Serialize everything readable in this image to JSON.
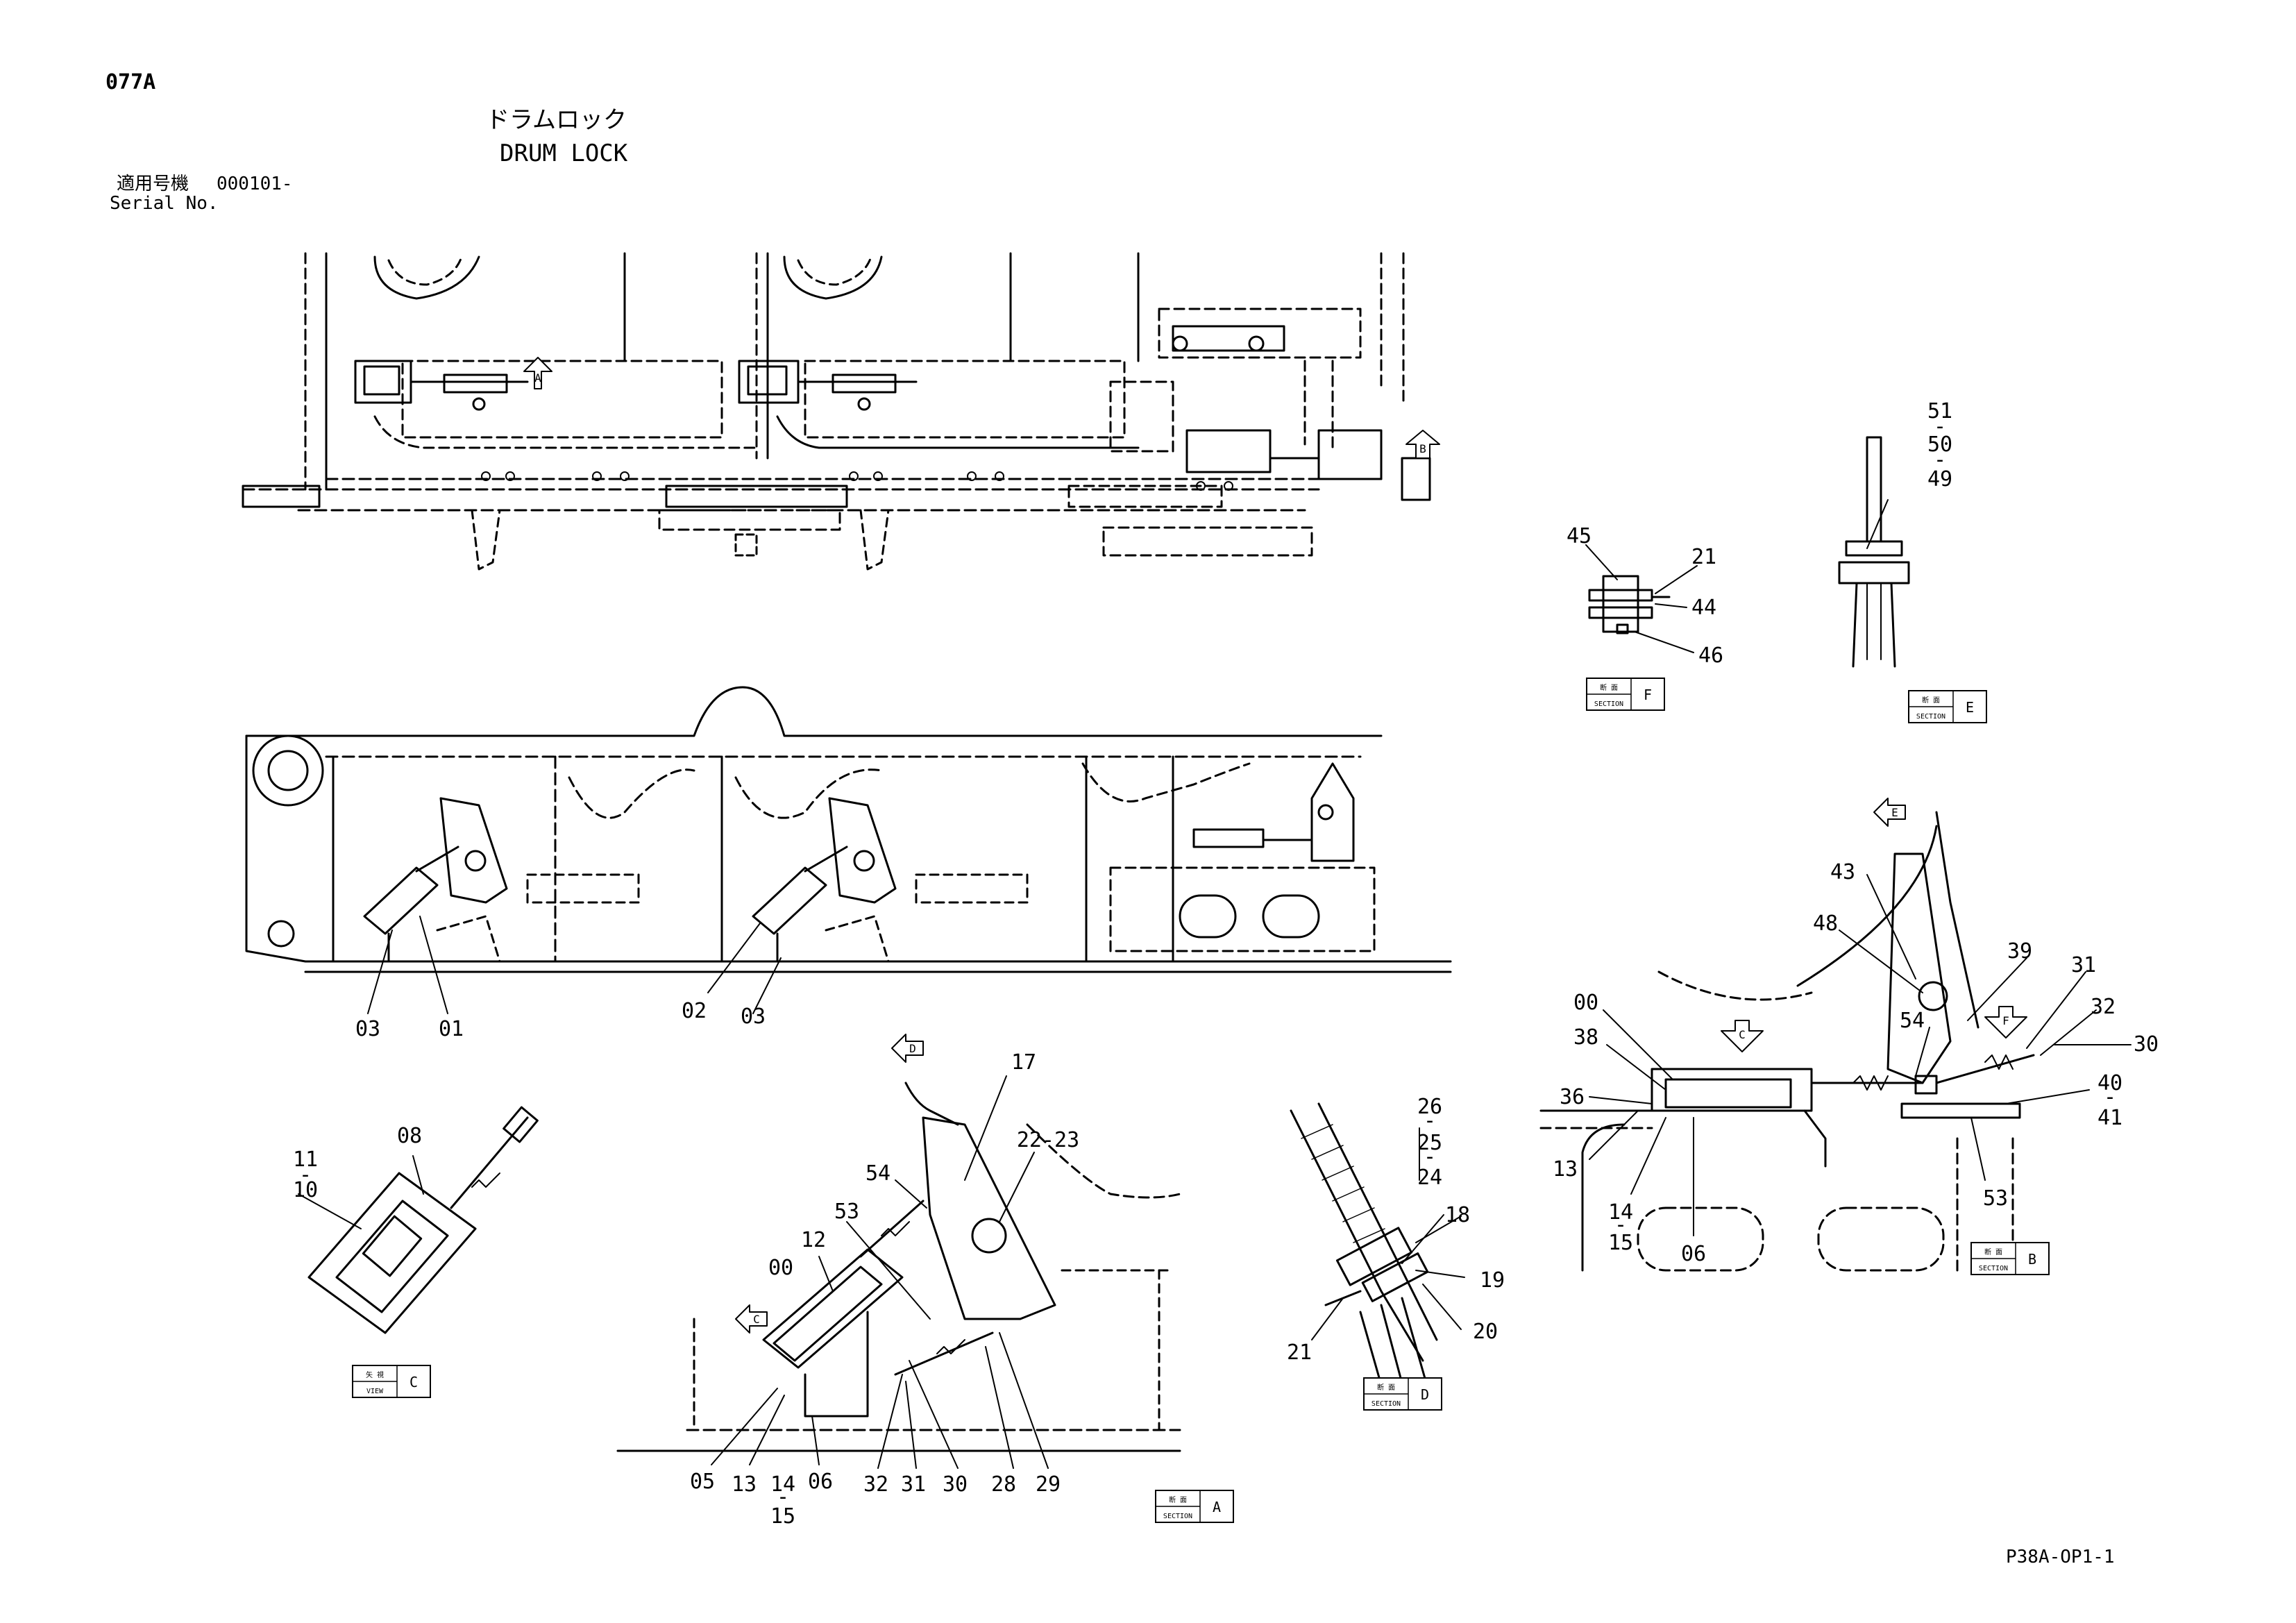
{
  "page_code": "077A",
  "title_jp": "ドラムロック",
  "title_en": "DRUM LOCK",
  "serial": {
    "label_jp": "適用号機",
    "number": "000101-",
    "label_en": "Serial No."
  },
  "document_code": "P38A-OP1-1",
  "view_markers": {
    "A": "A",
    "B": "B",
    "C": "C",
    "D": "D",
    "E": "E",
    "F": "F"
  },
  "section_tags": {
    "A": {
      "jp": "断 面",
      "en": "SECTION",
      "letter": "A"
    },
    "B": {
      "jp": "断 面",
      "en": "SECTION",
      "letter": "B"
    },
    "C": {
      "jp": "矢 視",
      "en": "VIEW",
      "letter": "C"
    },
    "D": {
      "jp": "断 面",
      "en": "SECTION",
      "letter": "D"
    },
    "E": {
      "jp": "断 面",
      "en": "SECTION",
      "letter": "E"
    },
    "F": {
      "jp": "断 面",
      "en": "SECTION",
      "letter": "F"
    }
  },
  "callouts": {
    "side_view": [
      "03",
      "01",
      "02",
      "03"
    ],
    "view_c": [
      "11",
      "-",
      "10",
      "08"
    ],
    "section_a": [
      "17",
      "22-23",
      "54",
      "53",
      "12",
      "00",
      "05",
      "13",
      "14",
      "-",
      "15",
      "06",
      "32",
      "31",
      "30",
      "28",
      "29"
    ],
    "section_d": [
      "26",
      "-",
      "25",
      "-",
      "24",
      "18",
      "19",
      "20",
      "21"
    ],
    "section_f": [
      "45",
      "21",
      "44",
      "46"
    ],
    "section_e": [
      "51",
      "-",
      "50",
      "-",
      "49"
    ],
    "section_b": [
      "43",
      "48",
      "39",
      "31",
      "32",
      "30",
      "00",
      "38",
      "54",
      "36",
      "40",
      "-",
      "41",
      "13",
      "14",
      "-",
      "15",
      "06",
      "53"
    ]
  }
}
